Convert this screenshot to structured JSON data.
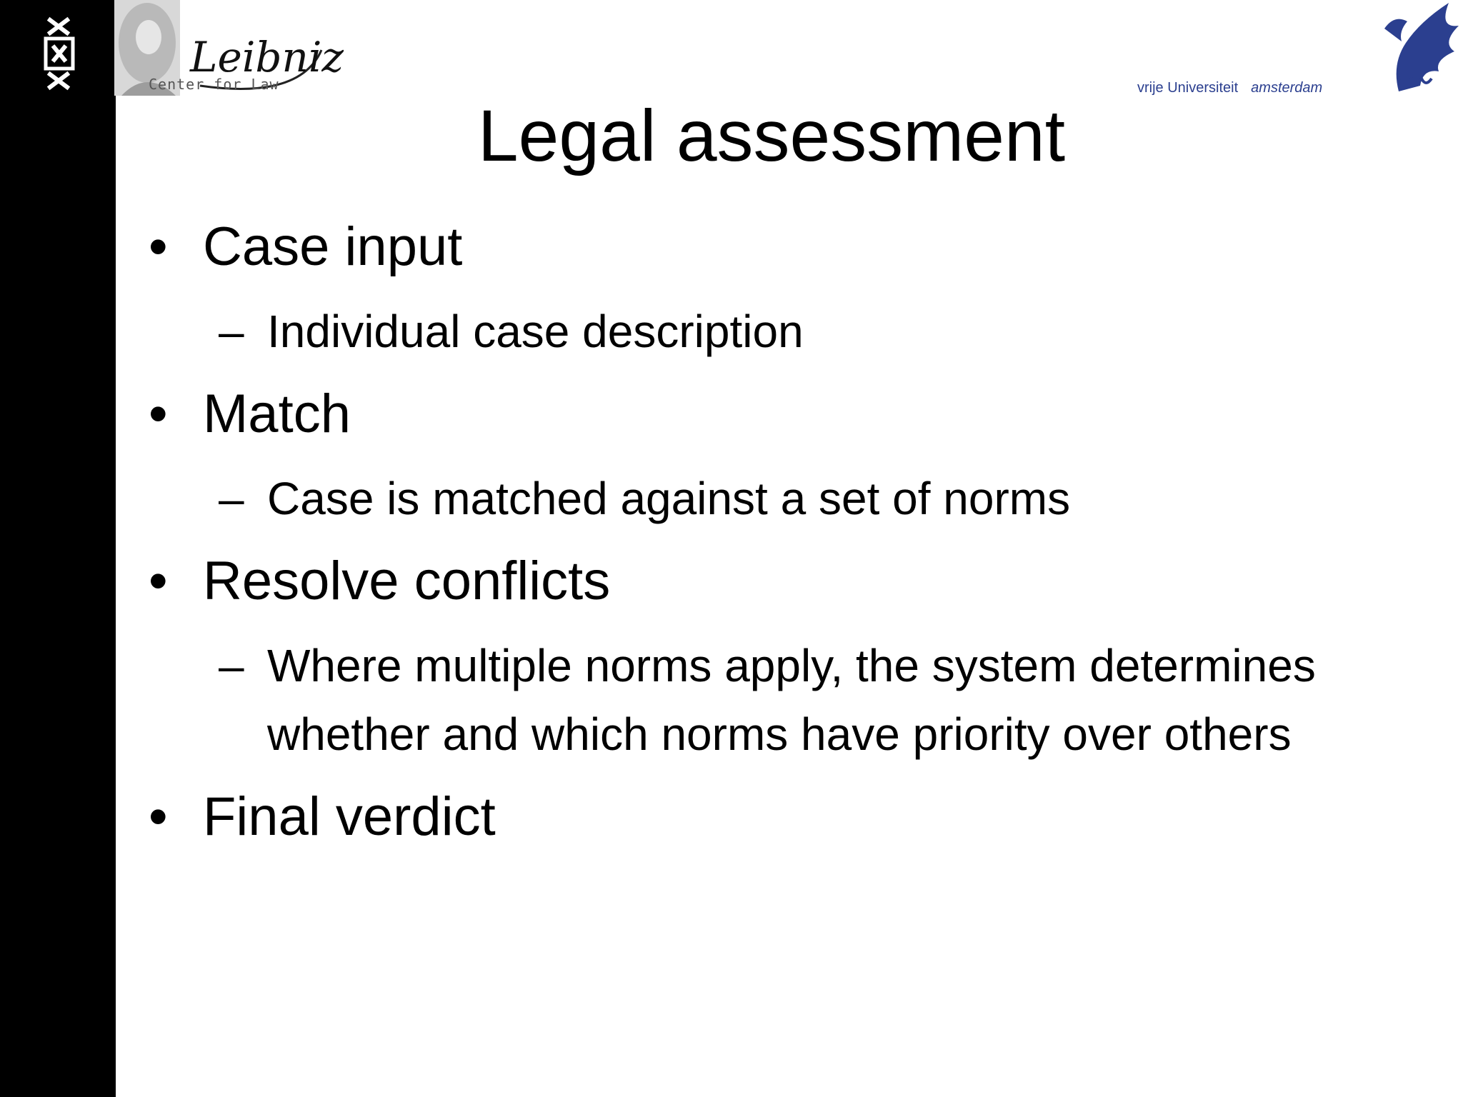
{
  "header": {
    "leibniz_script": "Leibniz",
    "leibniz_caption": "Center for Law",
    "vu_name": "vrije Universiteit",
    "vu_city": "amsterdam"
  },
  "slide": {
    "title": "Legal assessment",
    "bullet_symbol": "•",
    "sub_symbol": "–",
    "items": [
      {
        "text": "Case input",
        "subs": [
          "Individual case description"
        ]
      },
      {
        "text": "Match",
        "subs": [
          "Case is matched against a set of norms"
        ]
      },
      {
        "text": "Resolve conflicts",
        "subs": [
          "Where multiple norms apply, the system determines whether and which norms have priority over others"
        ]
      },
      {
        "text": "Final verdict",
        "subs": []
      }
    ]
  },
  "colors": {
    "sidebar": "#000000",
    "vu_blue": "#2b3f8f"
  },
  "icons": {
    "uva_logo": "uva-crosses-logo",
    "leibniz_logo": "leibniz-portrait-logo",
    "vu_logo": "griffin-logo"
  }
}
